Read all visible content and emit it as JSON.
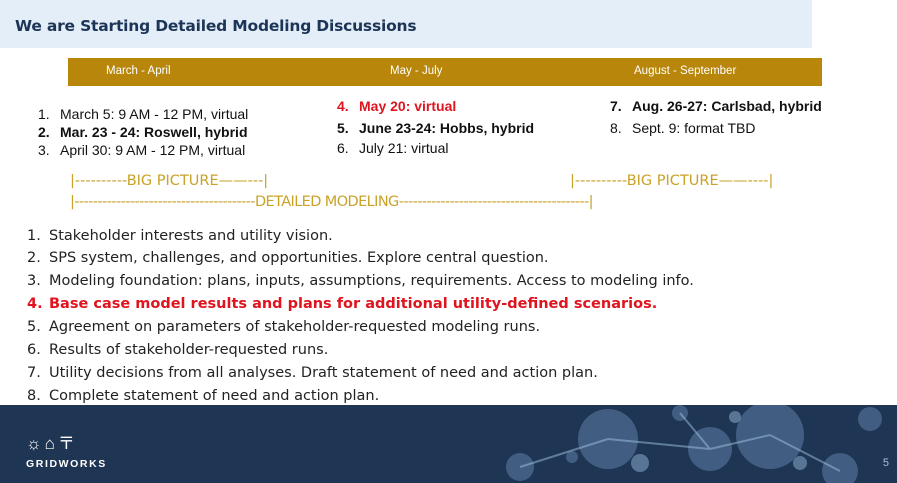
{
  "title": "We are Starting Detailed Modeling Discussions",
  "phases": [
    "March - April",
    "May - July",
    "August - September"
  ],
  "meetings": {
    "col1": [
      {
        "num": "1.",
        "text": "March 5: 9 AM - 12 PM, virtual"
      },
      {
        "num": "2.",
        "text": "Mar. 23 - 24: Roswell, hybrid"
      },
      {
        "num": "3.",
        "text": "April 30: 9 AM - 12 PM, virtual"
      }
    ],
    "col2": [
      {
        "num": "4.",
        "text": "May 20: virtual"
      },
      {
        "num": "5.",
        "text": "June 23-24: Hobbs, hybrid"
      },
      {
        "num": "6.",
        "text": "July 21: virtual"
      }
    ],
    "col3": [
      {
        "num": "7.",
        "text": "Aug. 26-27: Carlsbad, hybrid"
      },
      {
        "num": "8.",
        "text": "Sept. 9: format TBD"
      }
    ]
  },
  "markers": {
    "big_picture_1": "|----------BIG PICTURE——---|",
    "big_picture_2": "|----------BIG PICTURE——----|",
    "detailed_modeling": "|---------------------------------------DETAILED MODELING-----------------------------------------|"
  },
  "topics": [
    {
      "num": "1.",
      "text": "Stakeholder interests and utility vision."
    },
    {
      "num": "2.",
      "text": "SPS system, challenges, and opportunities. Explore central question."
    },
    {
      "num": "3.",
      "text": "Modeling foundation: plans, inputs, assumptions, requirements. Access to modeling info."
    },
    {
      "num": "4.",
      "text": "Base case model results and plans for additional utility-defined scenarios."
    },
    {
      "num": "5.",
      "text": "Agreement on parameters of stakeholder-requested modeling runs."
    },
    {
      "num": "6.",
      "text": "Results of stakeholder-requested runs."
    },
    {
      "num": "7.",
      "text": "Utility decisions from all analyses. Draft statement of need and action plan."
    },
    {
      "num": "8.",
      "text": "Complete statement of need and action plan."
    }
  ],
  "footer": {
    "logo_icons": "☼⌂〒",
    "logo_text": "GRIDWORKS",
    "page_number": "5"
  },
  "colors": {
    "title_bar": "#e3eef8",
    "title_text": "#1c3557",
    "phase_bar": "#b8860b",
    "gold_text": "#c9a227",
    "highlight_red": "#e0141e",
    "footer_bg": "#1f3554"
  },
  "icons": [
    "sun-icon",
    "house-icon",
    "pylon-icon"
  ]
}
